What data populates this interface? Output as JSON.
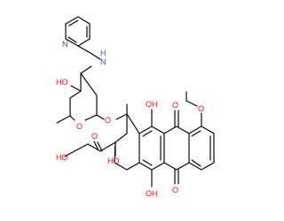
{
  "structure": {
    "atom_labels": [
      {
        "id": "o-ring",
        "text": "O",
        "element": "oxygen"
      },
      {
        "id": "o-glycoside",
        "text": "O",
        "element": "oxygen"
      },
      {
        "id": "o-sugar-hydroxyl",
        "text": "HO",
        "element": "oxygen"
      },
      {
        "id": "n-amine",
        "text": "H",
        "element": "nitrogen"
      },
      {
        "id": "n-amine-n",
        "text": "N",
        "element": "nitrogen"
      },
      {
        "id": "n-pyridine",
        "text": "N",
        "element": "nitrogen"
      },
      {
        "id": "oh-peri-top",
        "text": "OH",
        "element": "oxygen"
      },
      {
        "id": "oh-peri-bottom",
        "text": "OH",
        "element": "oxygen"
      },
      {
        "id": "o-quinone-top",
        "text": "O",
        "element": "oxygen"
      },
      {
        "id": "o-quinone-bottom",
        "text": "O",
        "element": "oxygen"
      },
      {
        "id": "o-methoxy",
        "text": "O",
        "element": "oxygen"
      },
      {
        "id": "o-ketone",
        "text": "O",
        "element": "oxygen"
      },
      {
        "id": "ho-tertiary",
        "text": "HO",
        "element": "oxygen"
      },
      {
        "id": "ho-hydroxymethyl",
        "text": "HO",
        "element": "oxygen"
      }
    ],
    "colors": {
      "bond": "#000000",
      "oxygen": "#ff0d0d",
      "nitrogen": "#3050f8"
    }
  }
}
